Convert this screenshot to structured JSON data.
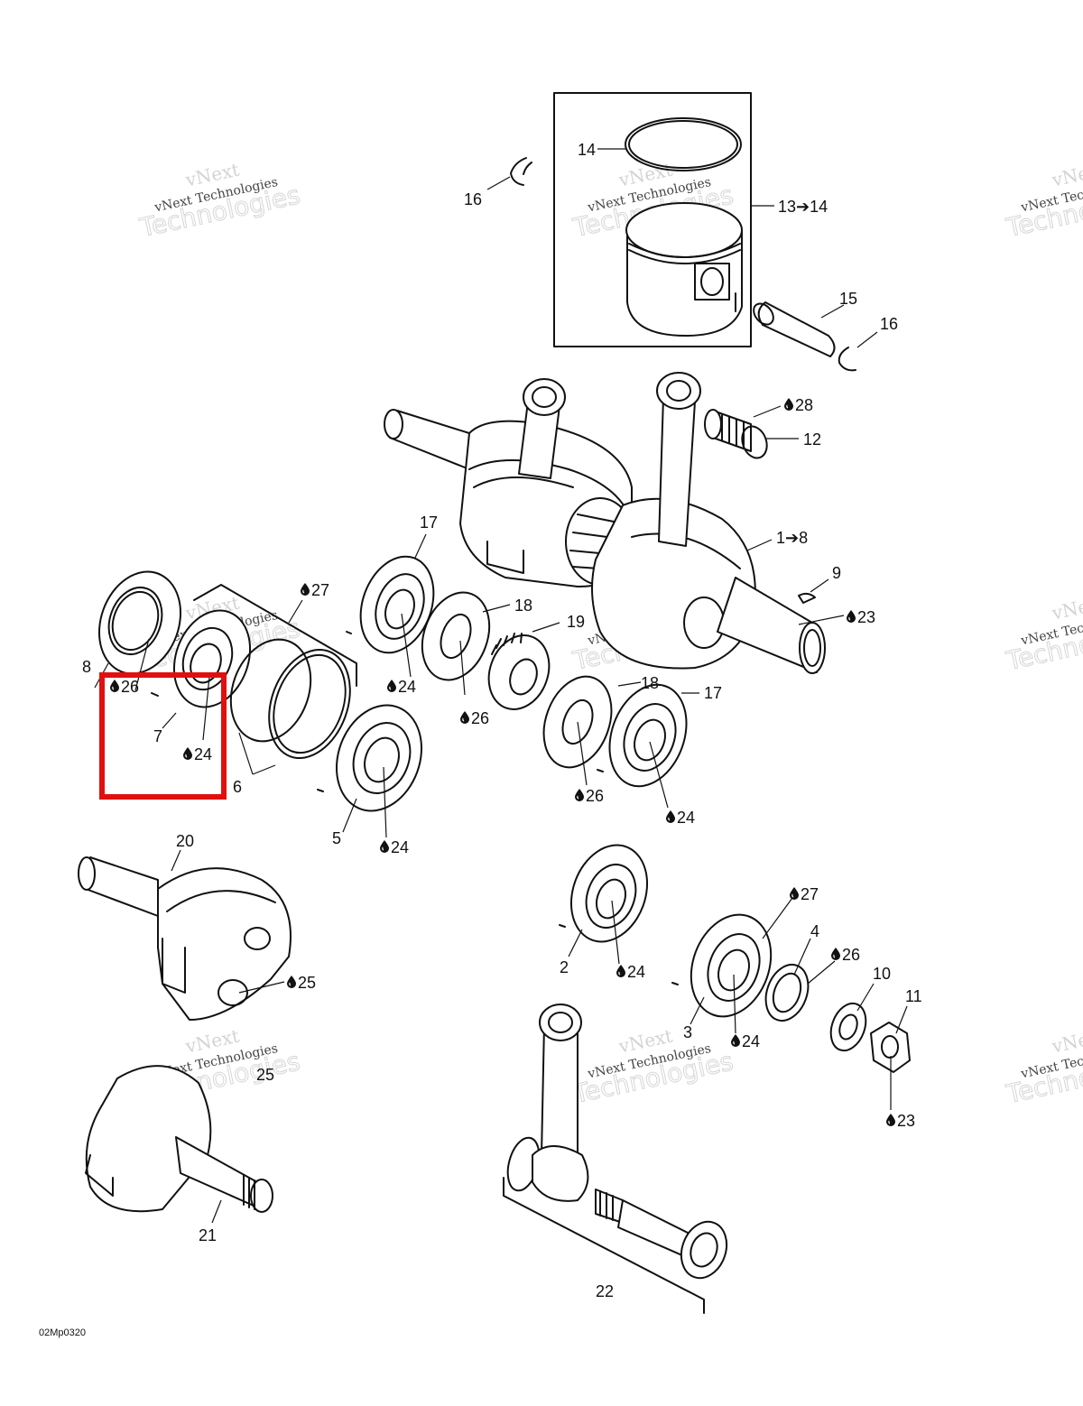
{
  "drawing_code": "02Mp0320",
  "watermark": {
    "line1": "vNext",
    "line2": "vNext Technologies",
    "line3": "Technologies"
  },
  "callouts": {
    "c14": "14",
    "c16a": "16",
    "c13": "13➔14",
    "c15": "15",
    "c16b": "16",
    "c28": "28",
    "c12": "12",
    "c17a": "17",
    "c1": "1➔8",
    "c9": "9",
    "c27a": "27",
    "c18a": "18",
    "c19": "19",
    "c23a": "23",
    "c8": "8",
    "c26a": "26",
    "c7": "7",
    "c24a": "24",
    "c6": "6",
    "c24b": "24",
    "c26b": "26",
    "c18b": "18",
    "c17b": "17",
    "c26c": "26",
    "c24c": "24",
    "c5": "5",
    "c24d": "24",
    "c20": "20",
    "c25a": "25",
    "c27b": "27",
    "c4": "4",
    "c26d": "26",
    "c10": "10",
    "c11": "11",
    "c2": "2",
    "c24e": "24",
    "c3": "3",
    "c24f": "24",
    "c23b": "23",
    "c25b": "25",
    "c21": "21",
    "c22": "22"
  },
  "colors": {
    "highlight": "#e01010",
    "line": "#111111",
    "watermark": "#d3d3d3"
  }
}
